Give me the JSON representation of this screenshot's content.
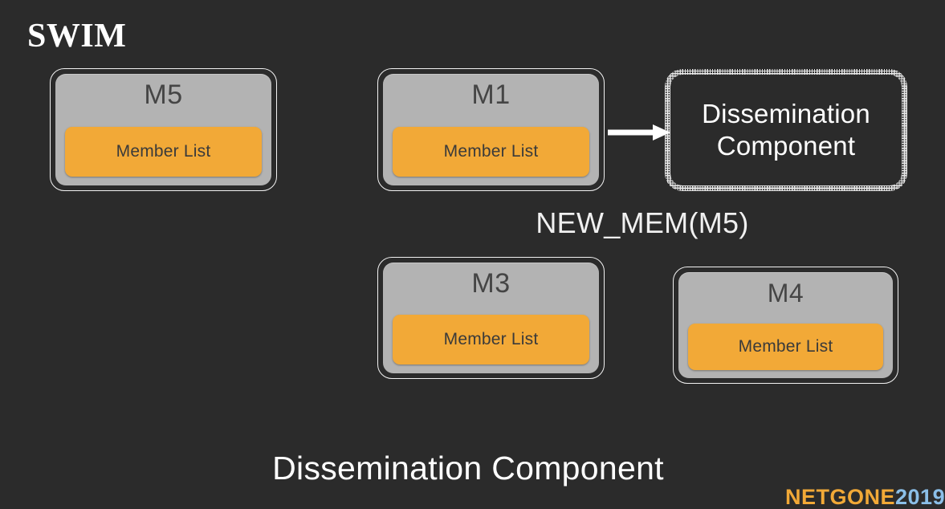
{
  "slide": {
    "background_color": "#2b2b2b",
    "title": "SWIM",
    "bottom_caption": "Dissemination Component"
  },
  "colors": {
    "background": "#2b2b2b",
    "node_body_gray": "#b3b3b3",
    "node_outline": "#f2f2f2",
    "member_list_orange": "#f2a937",
    "node_title_text": "#454545",
    "member_list_text": "#3a3a3a",
    "white_text": "#ffffff",
    "logo_orange": "#f2a937",
    "logo_blue": "#8bbfe8"
  },
  "nodes": [
    {
      "id": "m5",
      "title": "M5",
      "member_list_label": "Member List"
    },
    {
      "id": "m1",
      "title": "M1",
      "member_list_label": "Member List"
    },
    {
      "id": "m3",
      "title": "M3",
      "member_list_label": "Member List"
    },
    {
      "id": "m4",
      "title": "M4",
      "member_list_label": "Member List"
    }
  ],
  "dissemination_box": {
    "line1": "Dissemination",
    "line2": "Component",
    "border_style": "hatched-dashed"
  },
  "message": {
    "arrow_label": "NEW_MEM(M5)",
    "from": "M1",
    "to": "Dissemination Component",
    "arrow_icon": "arrow-right-icon"
  },
  "conference_logo": {
    "part_a": "NETGONE",
    "part_b": "2019"
  }
}
